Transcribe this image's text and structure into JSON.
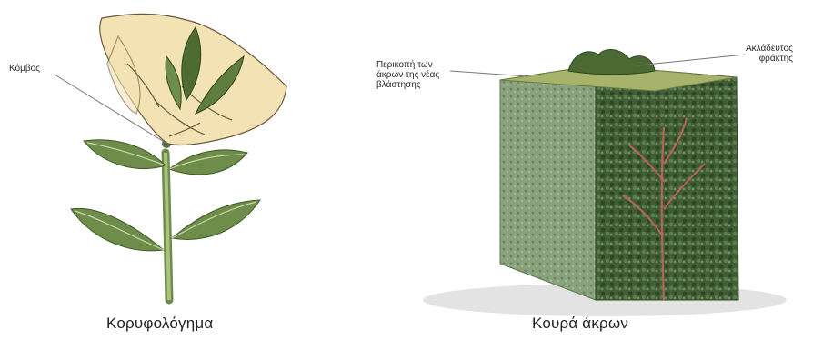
{
  "left_panel": {
    "node_label": "Κόμβος",
    "caption": "Κορυφολόγημα"
  },
  "right_panel": {
    "cut_label": "Περικοπή των\nάκρων της νέας\nβλάστησης",
    "unpruned_label": "Ακλάδευτος\nφράκτης",
    "caption": "Κουρά άκρων"
  },
  "colors": {
    "leaf": "#6f8d4a",
    "leaf_dark": "#4e6b32",
    "stem": "#8fae6a",
    "skin": "#f3e2b4",
    "hedge_side": "#8aa27e",
    "hedge_front": "#3f5e36",
    "hedge_top": "#a7b26a"
  }
}
